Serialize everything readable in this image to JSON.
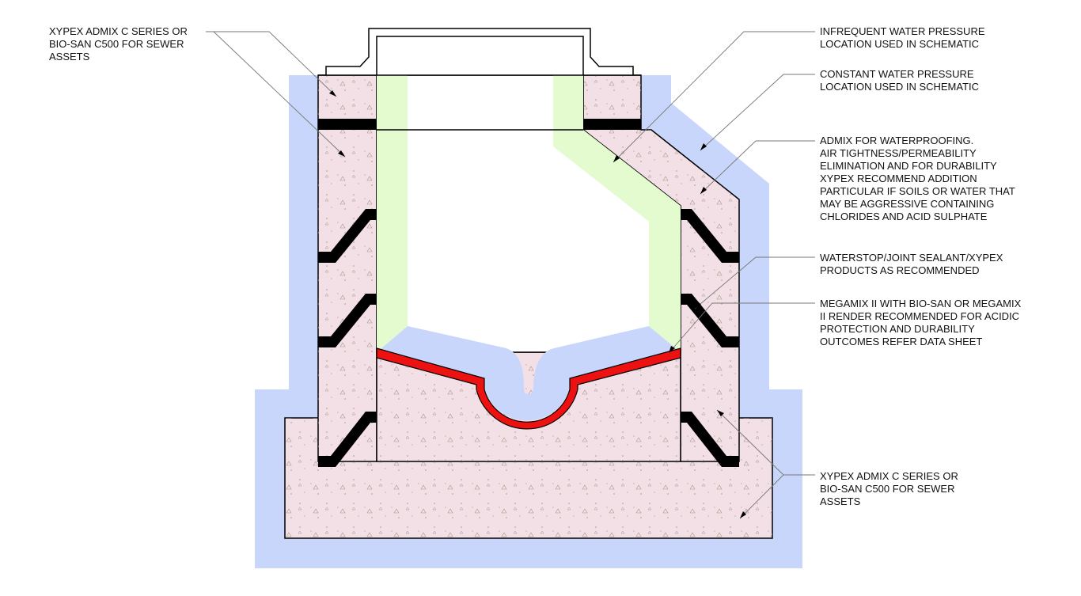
{
  "colors": {
    "water": "#c9d6fb",
    "concrete": "#f3dfe6",
    "coating": "#e4fbd0",
    "seal": "#000000",
    "render": "#ee1111",
    "line": "#000000",
    "leader": "#777777"
  },
  "callouts": {
    "sewer_top": [
      "XYPEX ADMIX C SERIES OR",
      "BIO-SAN C500 FOR SEWER",
      "ASSETS"
    ],
    "infrequent": [
      "INFREQUENT WATER PRESSURE",
      "LOCATION USED IN SCHEMATIC"
    ],
    "constant": [
      "CONSTANT WATER PRESSURE",
      "LOCATION USED IN SCHEMATIC"
    ],
    "admix": [
      "ADMIX FOR WATERPROOFING.",
      "AIR TIGHTNESS/PERMEABILITY",
      "ELIMINATION AND FOR DURABILITY",
      "XYPEX RECOMMEND ADDITION",
      "PARTICULAR IF SOILS OR WATER THAT",
      "MAY BE AGGRESSIVE CONTAINING",
      "CHLORIDES AND ACID SULPHATE"
    ],
    "waterstop": [
      "WATERSTOP/JOINT SEALANT/XYPEX",
      "PRODUCTS AS RECOMMENDED"
    ],
    "megamix": [
      "MEGAMIX II WITH BIO-SAN OR MEGAMIX",
      "II RENDER RECOMMENDED FOR ACIDIC",
      "PROTECTION AND DURABILITY",
      "OUTCOMES REFER DATA SHEET"
    ],
    "sewer_bottom": [
      "XYPEX ADMIX C SERIES OR",
      "BIO-SAN C500 FOR SEWER",
      "ASSETS"
    ]
  }
}
